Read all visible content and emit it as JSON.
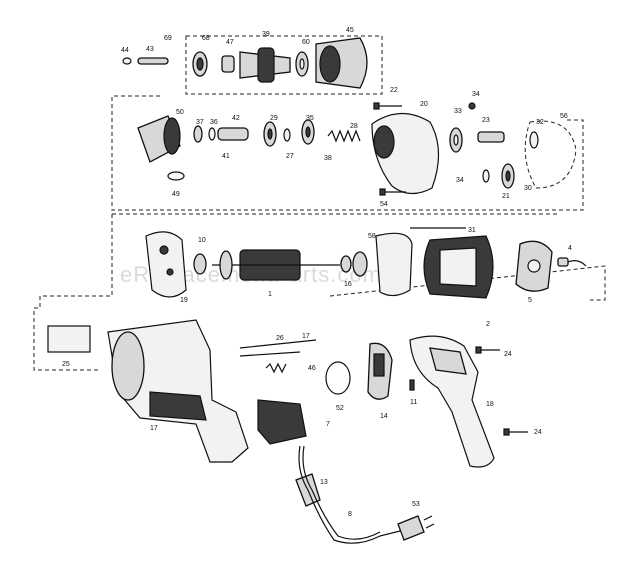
{
  "watermark": "eReplacementParts.com",
  "callouts": [
    {
      "key": "c44",
      "text": "44"
    },
    {
      "key": "c43",
      "text": "43"
    },
    {
      "key": "c69",
      "text": "69"
    },
    {
      "key": "c68",
      "text": "68"
    },
    {
      "key": "c47",
      "text": "47"
    },
    {
      "key": "c39",
      "text": "39"
    },
    {
      "key": "c60",
      "text": "60"
    },
    {
      "key": "c45",
      "text": "45"
    },
    {
      "key": "c22",
      "text": "22"
    },
    {
      "key": "c34",
      "text": "34"
    },
    {
      "key": "c20",
      "text": "20"
    },
    {
      "key": "c33",
      "text": "33"
    },
    {
      "key": "c56",
      "text": "56"
    },
    {
      "key": "c50",
      "text": "50"
    },
    {
      "key": "c37",
      "text": "37"
    },
    {
      "key": "c36",
      "text": "36"
    },
    {
      "key": "c42",
      "text": "42"
    },
    {
      "key": "c29",
      "text": "29"
    },
    {
      "key": "c35",
      "text": "35"
    },
    {
      "key": "c28",
      "text": "28"
    },
    {
      "key": "c23",
      "text": "23"
    },
    {
      "key": "c32",
      "text": "32"
    },
    {
      "key": "c41",
      "text": "41"
    },
    {
      "key": "c27",
      "text": "27"
    },
    {
      "key": "c38",
      "text": "38"
    },
    {
      "key": "c34b",
      "text": "34"
    },
    {
      "key": "c30",
      "text": "30"
    },
    {
      "key": "c49",
      "text": "49"
    },
    {
      "key": "c21",
      "text": "21"
    },
    {
      "key": "c54",
      "text": "54"
    },
    {
      "key": "c31",
      "text": "31"
    },
    {
      "key": "c10",
      "text": "10"
    },
    {
      "key": "c58",
      "text": "58"
    },
    {
      "key": "c4",
      "text": "4"
    },
    {
      "key": "c1",
      "text": "1"
    },
    {
      "key": "c16",
      "text": "16"
    },
    {
      "key": "c5",
      "text": "5"
    },
    {
      "key": "c19",
      "text": "19"
    },
    {
      "key": "c2",
      "text": "2"
    },
    {
      "key": "c26",
      "text": "26"
    },
    {
      "key": "c17",
      "text": "17"
    },
    {
      "key": "c24",
      "text": "24"
    },
    {
      "key": "c25",
      "text": "25"
    },
    {
      "key": "c46",
      "text": "46"
    },
    {
      "key": "c52",
      "text": "52"
    },
    {
      "key": "c14",
      "text": "14"
    },
    {
      "key": "c11",
      "text": "11"
    },
    {
      "key": "c18",
      "text": "18"
    },
    {
      "key": "c7",
      "text": "7"
    },
    {
      "key": "c17b",
      "text": "17"
    },
    {
      "key": "c24b",
      "text": "24"
    },
    {
      "key": "c13",
      "text": "13"
    },
    {
      "key": "c53",
      "text": "53"
    },
    {
      "key": "c8",
      "text": "8"
    }
  ]
}
